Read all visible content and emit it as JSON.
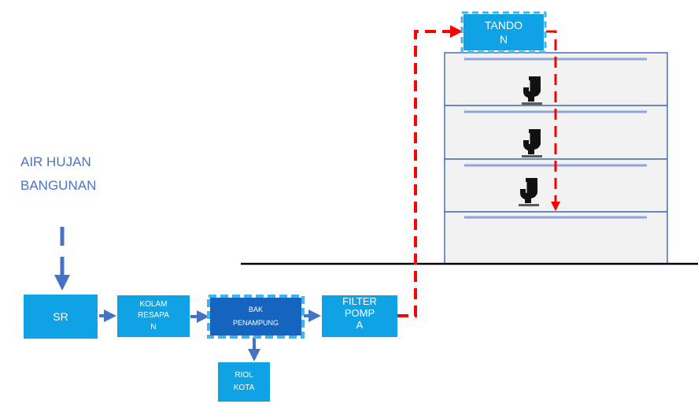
{
  "source_label": {
    "line1": "AIR HUJAN",
    "line2": "BANGUNAN"
  },
  "nodes": {
    "sr": "SR",
    "kolam": {
      "line1": "KOLAM",
      "line2": "RESAPA",
      "line3": "N"
    },
    "bak": {
      "line1": "BAK",
      "line2": "PENAMPUNG"
    },
    "riol": {
      "line1": "RIOL",
      "line2": "KOTA"
    },
    "filter": {
      "line1": "FILTER",
      "line2": "POMP",
      "line3": "A"
    },
    "tandon": {
      "line1": "TANDO",
      "line2": "N"
    }
  },
  "building": {
    "floors": 4,
    "toilet_floors": 3
  },
  "colors": {
    "box_fill": "#0fa3e6",
    "bak_fill": "#1565c0",
    "flow_arrow": "#4472c4",
    "pump_line": "#ff0000",
    "label_text": "#4a74c4",
    "building_fill": "#f2f2f2",
    "building_border": "#4a6fb5",
    "ground": "#000000"
  },
  "icons": [
    "toilet-icon"
  ]
}
